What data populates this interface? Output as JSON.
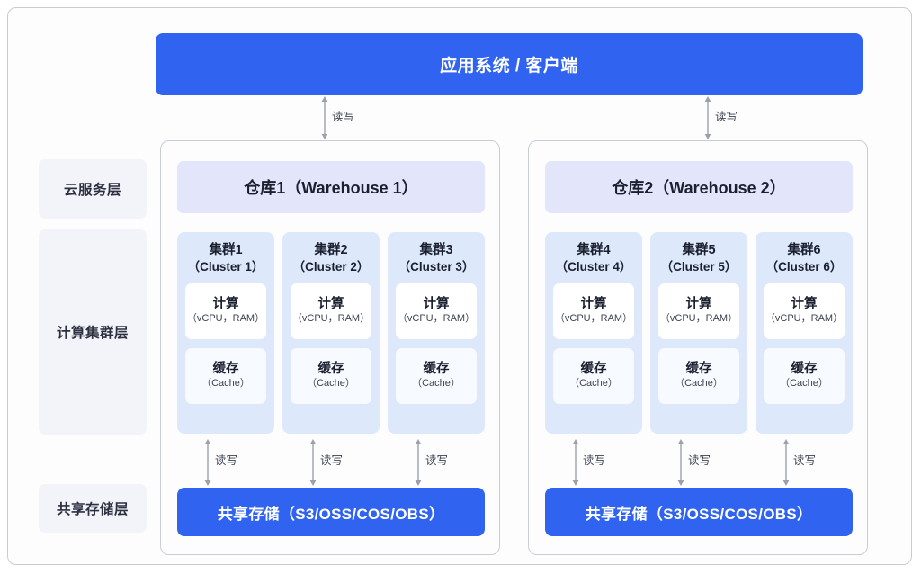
{
  "diagram": {
    "app_banner": "应用系统 / 客户端",
    "layer_labels": [
      {
        "name": "cloud-service-layer",
        "label": "云服务层"
      },
      {
        "name": "compute-cluster-layer",
        "label": "计算集群层"
      },
      {
        "name": "shared-storage-layer",
        "label": "共享存储层"
      }
    ],
    "rw_label": "读写",
    "warehouses": [
      {
        "id": "warehouse-1",
        "header": "仓库1（Warehouse 1）",
        "storage": "共享存储（S3/OSS/COS/OBS）",
        "clusters": [
          {
            "cn": "集群1",
            "en": "（Cluster 1）",
            "compute_cn": "计算",
            "compute_en": "（vCPU，RAM）",
            "cache_cn": "缓存",
            "cache_en": "（Cache）"
          },
          {
            "cn": "集群2",
            "en": "（Cluster 2）",
            "compute_cn": "计算",
            "compute_en": "（vCPU，RAM）",
            "cache_cn": "缓存",
            "cache_en": "（Cache）"
          },
          {
            "cn": "集群3",
            "en": "（Cluster 3）",
            "compute_cn": "计算",
            "compute_en": "（vCPU，RAM）",
            "cache_cn": "缓存",
            "cache_en": "（Cache）"
          }
        ]
      },
      {
        "id": "warehouse-2",
        "header": "仓库2（Warehouse 2）",
        "storage": "共享存储（S3/OSS/COS/OBS）",
        "clusters": [
          {
            "cn": "集群4",
            "en": "（Cluster 4）",
            "compute_cn": "计算",
            "compute_en": "（vCPU，RAM）",
            "cache_cn": "缓存",
            "cache_en": "（Cache）"
          },
          {
            "cn": "集群5",
            "en": "（Cluster 5）",
            "compute_cn": "计算",
            "compute_en": "（vCPU，RAM）",
            "cache_cn": "缓存",
            "cache_en": "（Cache）"
          },
          {
            "cn": "集群6",
            "en": "（Cluster 6）",
            "compute_cn": "计算",
            "compute_en": "（vCPU，RAM）",
            "cache_cn": "缓存",
            "cache_en": "（Cache）"
          }
        ]
      }
    ],
    "colors": {
      "accent_blue": "#3063ef",
      "warehouse_header": "#e3e5fa",
      "cluster_bg": "#dde9fb",
      "layer_label_bg": "#f3f4f9",
      "border_gray": "#c9ccd6",
      "arrow_gray": "#9aa0ad"
    }
  }
}
